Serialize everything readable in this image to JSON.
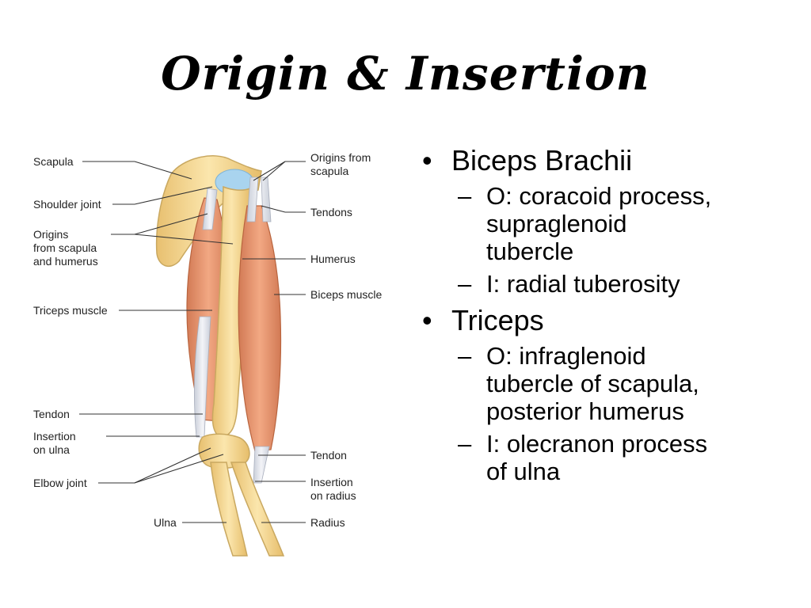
{
  "slide": {
    "title": "Origin & Insertion"
  },
  "diagram": {
    "labels": {
      "scapula": "Scapula",
      "shoulder_joint": "Shoulder joint",
      "origins_scapula_humerus_1": "Origins",
      "origins_scapula_humerus_2": "from scapula",
      "origins_scapula_humerus_3": "and humerus",
      "triceps_muscle": "Triceps muscle",
      "tendon_left": "Tendon",
      "insertion_ulna_1": "Insertion",
      "insertion_ulna_2": "on ulna",
      "elbow_joint": "Elbow joint",
      "ulna": "Ulna",
      "origins_from_scapula_1": "Origins from",
      "origins_from_scapula_2": "scapula",
      "tendons": "Tendons",
      "humerus": "Humerus",
      "biceps_muscle": "Biceps muscle",
      "tendon_right": "Tendon",
      "insertion_radius_1": "Insertion",
      "insertion_radius_2": "on radius",
      "radius": "Radius"
    },
    "colors": {
      "bone": "#f4d68e",
      "bone_outline": "#c9a860",
      "muscle": "#e89a74",
      "muscle_dark": "#c9704c",
      "tendon": "#e3e6ee",
      "cartilage": "#a9d4ef",
      "leader": "#333333"
    }
  },
  "bullets": {
    "biceps": {
      "heading": "Biceps Brachii",
      "origin_line1": "O: coracoid process,",
      "origin_line2": "supraglenoid",
      "origin_line3": "tubercle",
      "insertion": "I: radial tuberosity"
    },
    "triceps": {
      "heading": "Triceps",
      "origin_line1": "O: infraglenoid",
      "origin_line2": "tubercle of scapula,",
      "origin_line3": "posterior humerus",
      "insertion_line1": "I: olecranon process",
      "insertion_line2": "of ulna"
    },
    "bullet_char": "•",
    "dash_char": "–"
  }
}
